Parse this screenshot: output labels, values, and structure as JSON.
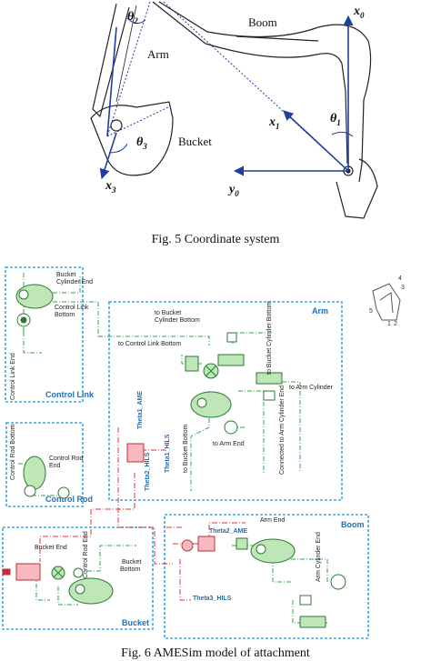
{
  "fig5": {
    "caption": "Fig. 5 Coordinate system",
    "labels": {
      "theta2": "θ",
      "theta2_sub": "2",
      "arm": "Arm",
      "boom": "Boom",
      "x0": "x",
      "x0_sub": "0",
      "x1": "x",
      "x1_sub": "1",
      "theta1": "θ",
      "theta1_sub": "1",
      "theta3": "θ",
      "theta3_sub": "3",
      "bucket": "Bucket",
      "x3": "x",
      "x3_sub": "3",
      "y0": "y",
      "y0_sub": "0"
    }
  },
  "fig6": {
    "caption": "Fig. 6 AMESim model of attachment",
    "groups": {
      "control_link": "Control Link",
      "control_rod": "Control Rod",
      "arm": "Arm",
      "boom": "Boom",
      "bucket": "Bucket"
    },
    "labels": {
      "bucket_cyl_end": "Bucket",
      "bucket_cyl_end2": "Cylinder End",
      "control_link_bottom": "Control Link",
      "control_link_bottom2": "Bottom",
      "control_link_end": "Control Link End",
      "to_bucket_cyl_bottom": "to Bucket",
      "to_bucket_cyl_bottom2": "Cylinder Bottom",
      "to_control_link_bottom": "to Control Link Bottom",
      "to_bucket_cyl_bottom_v": "to Bucket Cylinder Bottom",
      "to_arm_cylinder": "to Arm Cylinder",
      "theta1_ame": "Theta1_AME",
      "to_arm_end": "to Arm End",
      "connected_arm_cyl_end": "Connected to Arm Cylinder End",
      "theta1_hils": "Theta1_HILS",
      "to_bucket_bottom": "to Bucket Bottom",
      "theta2_hils": "Theta2_HILS",
      "control_rod_bottom": "Control Rod Bottom",
      "control_rod_end": "Control Rod",
      "control_rod_end2": "End",
      "bucket_end": "Bucket End",
      "control_rod_end_v": "Control Rod End",
      "bucket_bottom": "Bucket",
      "bucket_bottom2": "Bottom",
      "arm_end": "Arm End",
      "theta2_ame": "Theta2_AME",
      "arm_cylinder_end": "Arm Cylinder End",
      "theta3_hils": "Theta3_HILS",
      "mini_labels": [
        "4",
        "3",
        "5",
        "1",
        "2"
      ]
    },
    "colors": {
      "group_border": "#38a8e0",
      "wire_green": "#2fa64a",
      "wire_red": "#e0303a",
      "body_green": "#bfe6b6",
      "body_pink": "#f5b9bf",
      "label_blue": "#1f6fb5"
    }
  }
}
